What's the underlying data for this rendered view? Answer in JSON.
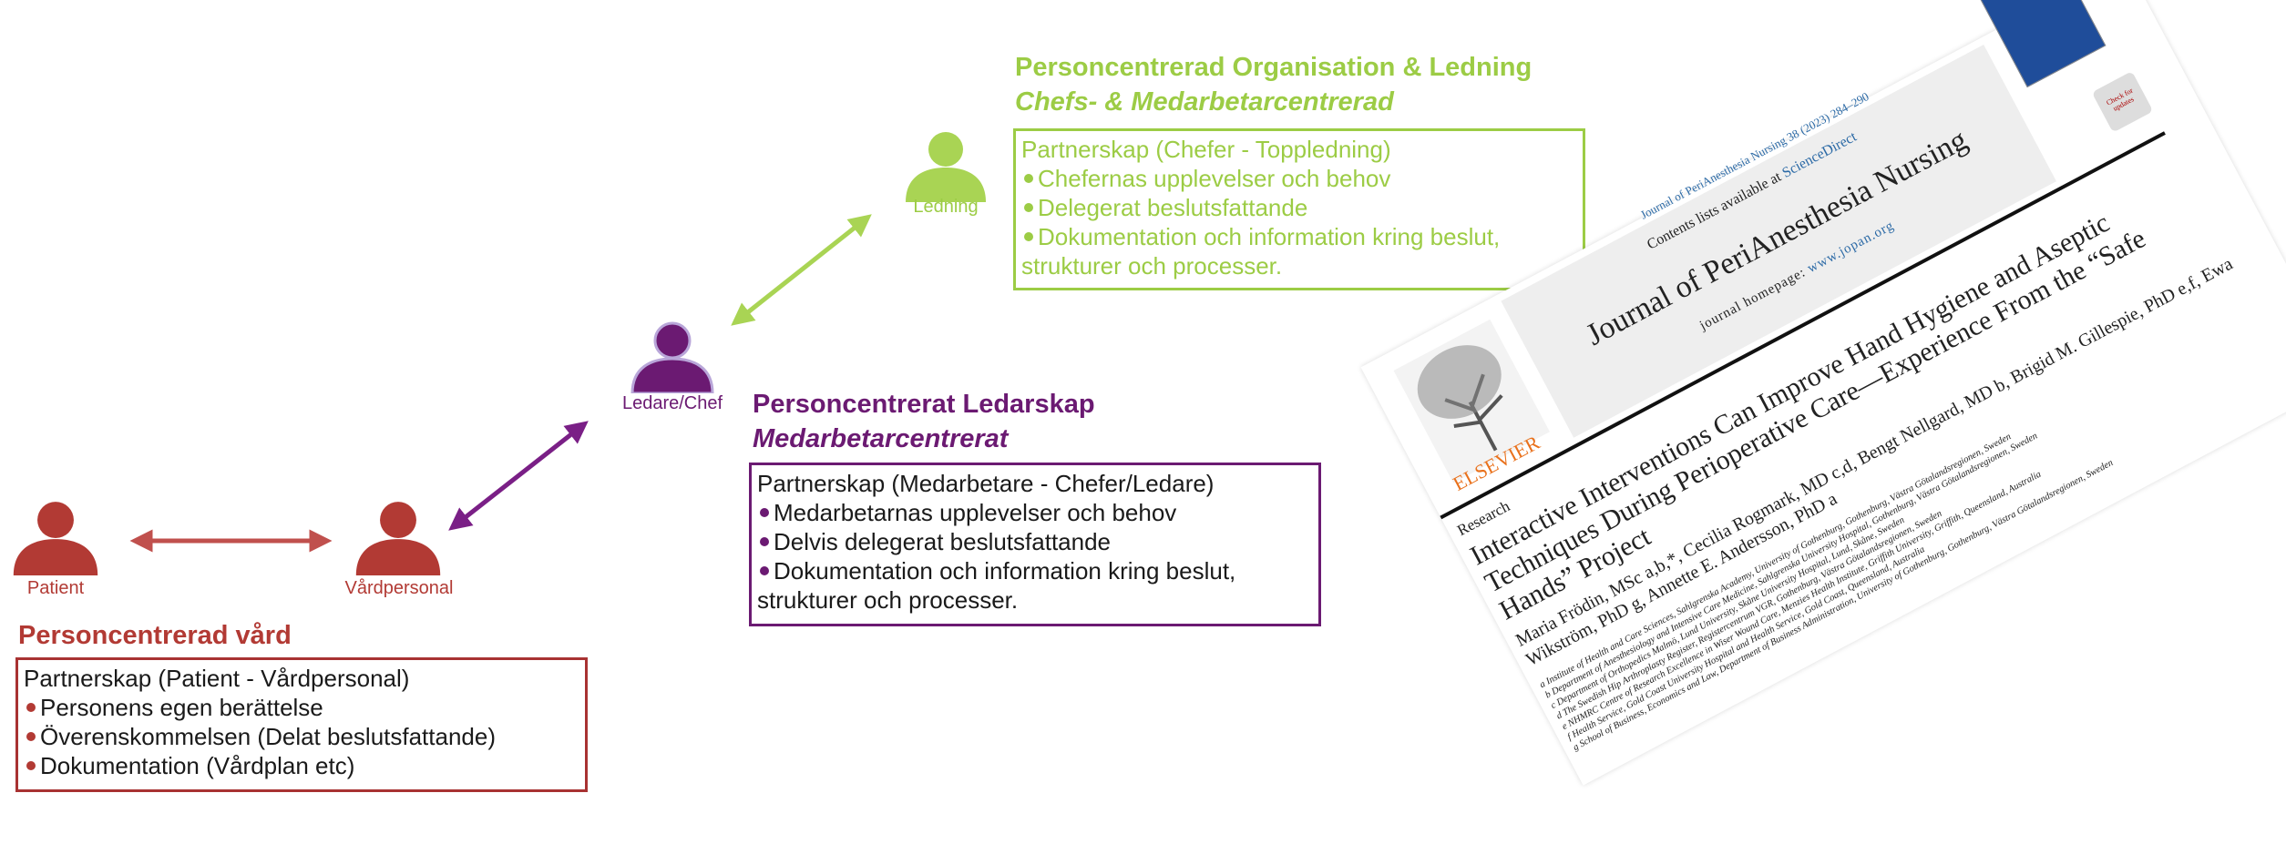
{
  "colors": {
    "red": "#b23a34",
    "purple": "#6b1a72",
    "green": "#9ccc45"
  },
  "nodes": {
    "patient": {
      "label": "Patient",
      "icon": "person-icon"
    },
    "vardpersonal": {
      "label": "Vårdpersonal",
      "icon": "person-icon"
    },
    "ledare": {
      "label": "Ledare/Chef",
      "icon": "person-icon"
    },
    "ledning": {
      "label": "Ledning",
      "icon": "person-icon"
    }
  },
  "groups": {
    "vard": {
      "title": "Personcentrerad vård",
      "header": "Partnerskap (Patient - Vårdpersonal)",
      "items": [
        "Personens egen berättelse",
        "Överenskommelsen (Delat beslutsfattande)",
        "Dokumentation (Vårdplan etc)"
      ]
    },
    "ledarskap": {
      "title": "Personcentrerat Ledarskap",
      "subtitle": "Medarbetarcentrerat",
      "header": "Partnerskap (Medarbetare - Chefer/Ledare)",
      "items": [
        "Medarbetarnas upplevelser och behov",
        "Delvis delegerat beslutsfattande",
        "Dokumentation och information kring beslut, strukturer och processer."
      ]
    },
    "organisation": {
      "title": "Personcentrerad Organisation & Ledning",
      "subtitle": "Chefs- & Medarbetarcentrerad",
      "header": "Partnerskap (Chefer - Toppledning)",
      "items": [
        "Chefernas upplevelser och behov",
        "Delegerat beslutsfattande",
        "Dokumentation och information kring beslut, strukturer och processer."
      ]
    }
  },
  "paper": {
    "journal_ref": "Journal of PeriAnesthesia Nursing 38 (2023) 284–290",
    "contents": "Contents lists available at",
    "sciencedirect": "ScienceDirect",
    "journal_name": "Journal of PeriAnesthesia Nursing",
    "homepage": "journal homepage:",
    "homepage_url": "www.jopan.org",
    "publisher": "ELSEVIER",
    "check_updates": "Check for updates",
    "section": "Research",
    "title": "Interactive Interventions Can Improve Hand Hygiene and Aseptic Techniques During Perioperative Care—Experience From the “Safe Hands” Project",
    "authors": "Maria Frödin, MSc a,b,*, Cecilia Rogmark, MD c,d, Bengt Nellgard, MD b, Brigid M. Gillespie, PhD e,f, Ewa Wikström, PhD g, Annette E. Andersson, PhD a",
    "affiliations": [
      "a Institute of Health and Care Sciences, Sahlgrenska Academy, University of Gothenburg, Gothenburg, Västra Götalandsregionen, Sweden",
      "b Department of Anesthesiology and Intensive Care Medicine, Sahlgrenska University Hospital, Gothenburg, Västra Götalandsregionen, Sweden",
      "c Department of Orthopedics Malmö, Lund University, Skåne University Hospital, Lund, Skåne, Sweden",
      "d The Swedish Hip Arthroplasty Register, Registercentrum VGR, Gothenburg, Västra Götalandsregionen, Sweden",
      "e NHMRC Centre of Research Excellence in Wiser Wound Care, Menzies Health Institute, Griffith University, Griffith, Queensland, Australia",
      "f Health Service, Gold Coast University Hospital and Health Service, Gold Coast, Queensland, Australia",
      "g School of Business, Economics and Law, Department of Business Administration, University of Gothenburg, Gothenburg, Västra Götalandsregionen, Sweden"
    ]
  }
}
